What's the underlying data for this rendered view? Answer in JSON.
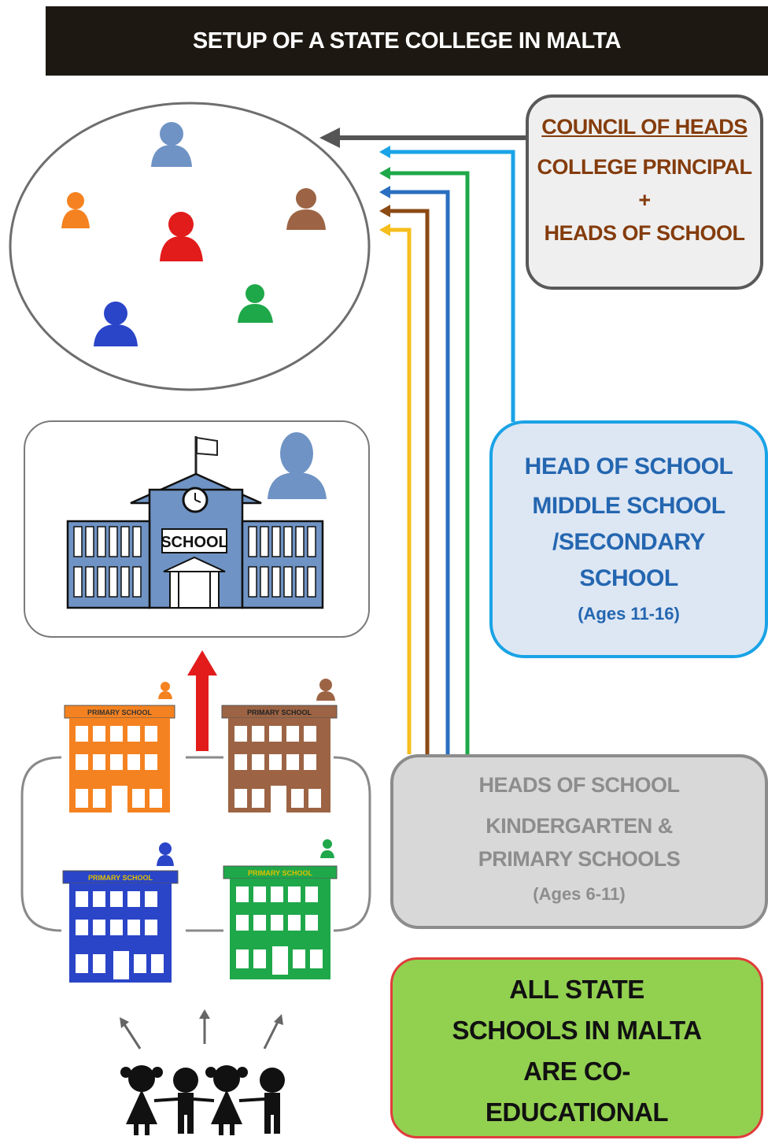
{
  "title": "SETUP OF A STATE COLLEGE IN MALTA",
  "council": {
    "heading": "COUNCIL OF HEADS",
    "line1": "COLLEGE PRINCIPAL",
    "line2": "+",
    "line3": "HEADS OF SCHOOL"
  },
  "middle_school": {
    "line1": "HEAD OF SCHOOL",
    "line2": "MIDDLE  SCHOOL",
    "line3": "/SECONDARY",
    "line4": "SCHOOL",
    "ages": "(Ages 11-16)"
  },
  "primary_schools": {
    "line1": "HEADS OF SCHOOL",
    "line2": "KINDERGARTEN &",
    "line3": "PRIMARY SCHOOLS",
    "ages": "(Ages 6-11)"
  },
  "coed": {
    "line1": "ALL STATE",
    "line2": "SCHOOLS IN MALTA",
    "line3": "ARE CO-",
    "line4": "EDUCATIONAL"
  },
  "school_sign": "SCHOOL",
  "primary_building_label": "PRIMARY SCHOOL",
  "colors": {
    "orange": "#f58220",
    "brown": "#9c6444",
    "blue": "#2a45c8",
    "green": "#1fa84a",
    "red": "#e21b1b",
    "steel": "#6f93c4",
    "cyan_arrow": "#1aa3e6",
    "yellow_arrow": "#f6be1c"
  }
}
